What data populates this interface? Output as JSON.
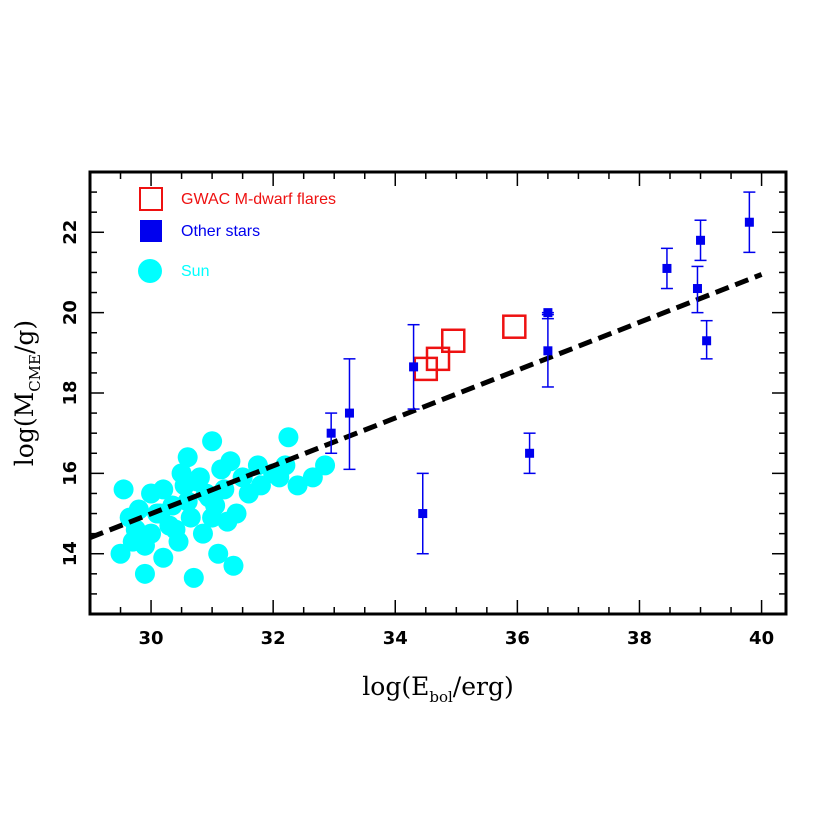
{
  "chart_data": {
    "type": "scatter",
    "xlabel": {
      "main": "log(E",
      "sub": "bol",
      "tail": "/erg)"
    },
    "ylabel": {
      "main": "log(M",
      "sub": "CME",
      "tail": "/g)"
    },
    "xlim": [
      29.0,
      40.4
    ],
    "ylim": [
      12.5,
      23.5
    ],
    "xticks": [
      30,
      32,
      34,
      36,
      38,
      40
    ],
    "yticks": [
      14,
      16,
      18,
      20,
      22
    ],
    "grid": false,
    "legend_position": "top-left",
    "colors": {
      "gwac": "#ee1111",
      "other": "#0000ee",
      "sun": "#00ffff",
      "fit": "#000000"
    },
    "series": [
      {
        "name": "GWAC M-dwarf flares",
        "marker": "open-square",
        "points": [
          {
            "x": 34.5,
            "y": 18.6
          },
          {
            "x": 34.7,
            "y": 18.85
          },
          {
            "x": 34.95,
            "y": 19.3
          },
          {
            "x": 35.95,
            "y": 19.65
          }
        ]
      },
      {
        "name": "Other stars",
        "marker": "filled-square",
        "points": [
          {
            "x": 32.95,
            "y": 17.0,
            "ylo": 16.5,
            "yhi": 17.5
          },
          {
            "x": 33.25,
            "y": 17.5,
            "ylo": 16.1,
            "yhi": 18.85
          },
          {
            "x": 34.3,
            "y": 18.65,
            "ylo": 17.6,
            "yhi": 19.7
          },
          {
            "x": 34.45,
            "y": 15.0,
            "ylo": 14.0,
            "yhi": 16.0
          },
          {
            "x": 36.2,
            "y": 16.5,
            "ylo": 16.0,
            "yhi": 17.0
          },
          {
            "x": 36.5,
            "y": 20.0,
            "ylo": 19.85,
            "yhi": 20.0
          },
          {
            "x": 36.5,
            "y": 19.05,
            "ylo": 18.15,
            "yhi": 19.95
          },
          {
            "x": 38.45,
            "y": 21.1,
            "ylo": 20.6,
            "yhi": 21.6
          },
          {
            "x": 38.95,
            "y": 20.6,
            "ylo": 20.0,
            "yhi": 21.15
          },
          {
            "x": 39.0,
            "y": 21.8,
            "ylo": 21.3,
            "yhi": 22.3
          },
          {
            "x": 39.1,
            "y": 19.3,
            "ylo": 18.85,
            "yhi": 19.8
          },
          {
            "x": 39.8,
            "y": 22.25,
            "ylo": 21.5,
            "yhi": 23.0
          }
        ]
      },
      {
        "name": "Sun",
        "marker": "filled-circle",
        "points": [
          {
            "x": 29.5,
            "y": 14.0
          },
          {
            "x": 29.55,
            "y": 15.6
          },
          {
            "x": 29.75,
            "y": 14.6
          },
          {
            "x": 29.9,
            "y": 13.5
          },
          {
            "x": 29.65,
            "y": 14.9
          },
          {
            "x": 29.8,
            "y": 15.1
          },
          {
            "x": 29.9,
            "y": 14.2
          },
          {
            "x": 30.0,
            "y": 15.5
          },
          {
            "x": 30.1,
            "y": 15.0
          },
          {
            "x": 30.0,
            "y": 14.5
          },
          {
            "x": 30.2,
            "y": 13.9
          },
          {
            "x": 30.3,
            "y": 14.7
          },
          {
            "x": 30.35,
            "y": 15.2
          },
          {
            "x": 30.2,
            "y": 15.6
          },
          {
            "x": 30.5,
            "y": 16.0
          },
          {
            "x": 30.45,
            "y": 14.3
          },
          {
            "x": 30.6,
            "y": 15.3
          },
          {
            "x": 30.65,
            "y": 14.9
          },
          {
            "x": 30.6,
            "y": 16.4
          },
          {
            "x": 30.7,
            "y": 13.4
          },
          {
            "x": 30.8,
            "y": 15.9
          },
          {
            "x": 30.85,
            "y": 14.5
          },
          {
            "x": 30.9,
            "y": 15.5
          },
          {
            "x": 31.0,
            "y": 16.8
          },
          {
            "x": 31.0,
            "y": 14.9
          },
          {
            "x": 31.05,
            "y": 15.2
          },
          {
            "x": 31.1,
            "y": 14.0
          },
          {
            "x": 31.2,
            "y": 15.6
          },
          {
            "x": 31.25,
            "y": 14.8
          },
          {
            "x": 31.3,
            "y": 16.3
          },
          {
            "x": 31.4,
            "y": 15.0
          },
          {
            "x": 31.5,
            "y": 15.9
          },
          {
            "x": 31.6,
            "y": 15.5
          },
          {
            "x": 31.75,
            "y": 16.2
          },
          {
            "x": 31.8,
            "y": 15.7
          },
          {
            "x": 32.0,
            "y": 16.0
          },
          {
            "x": 32.1,
            "y": 15.9
          },
          {
            "x": 32.2,
            "y": 16.2
          },
          {
            "x": 32.25,
            "y": 16.9
          },
          {
            "x": 32.4,
            "y": 15.7
          },
          {
            "x": 32.65,
            "y": 15.9
          },
          {
            "x": 32.85,
            "y": 16.2
          },
          {
            "x": 31.35,
            "y": 13.7
          },
          {
            "x": 30.15,
            "y": 15.0
          },
          {
            "x": 30.75,
            "y": 15.8
          },
          {
            "x": 30.4,
            "y": 14.6
          },
          {
            "x": 30.55,
            "y": 15.7
          },
          {
            "x": 30.95,
            "y": 15.4
          },
          {
            "x": 31.15,
            "y": 16.1
          },
          {
            "x": 29.7,
            "y": 14.3
          }
        ]
      }
    ],
    "fit_line": {
      "style": "dashed",
      "x": [
        29.0,
        40.0
      ],
      "y": [
        14.4,
        20.95
      ]
    }
  },
  "legend": [
    {
      "label": "GWAC M-dwarf flares",
      "color": "#ee1111"
    },
    {
      "label": "Other stars",
      "color": "#0000ee"
    },
    {
      "label": "Sun",
      "color": "#00ffff"
    }
  ]
}
